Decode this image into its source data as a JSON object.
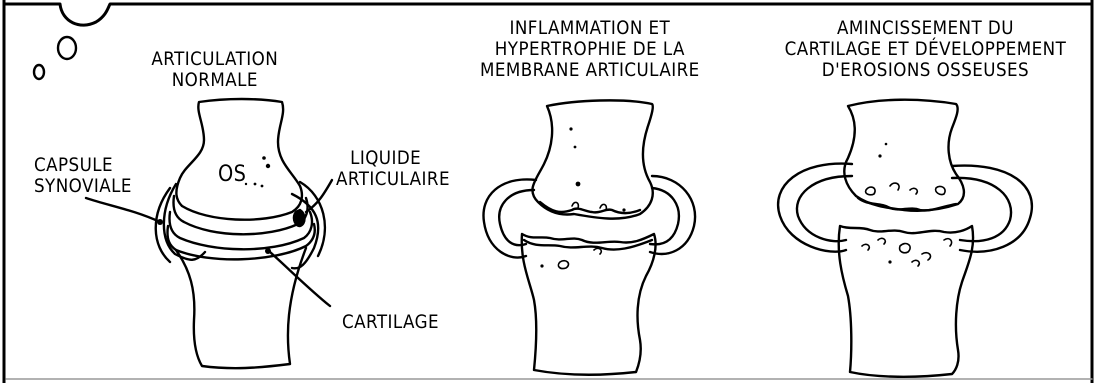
{
  "panels": [
    {
      "title_lines": [
        "ARTICULATION",
        "NORMALE"
      ]
    },
    {
      "title_lines": [
        "INFLAMMATION ET",
        "HYPERTROPHIE DE LA",
        "MEMBRANE ARTICULAIRE"
      ]
    },
    {
      "title_lines": [
        "AMINCISSEMENT DU",
        "CARTILAGE ET DÉVELOPPEMENT",
        "D'EROSIONS OSSEUSES"
      ]
    }
  ],
  "labels": {
    "os": "OS",
    "liquide_lines": [
      "LIQUIDE",
      "ARTICULAIRE"
    ],
    "capsule_lines": [
      "CAPSULE",
      "SYNOVIALE"
    ],
    "cartilage": "CARTILAGE"
  }
}
